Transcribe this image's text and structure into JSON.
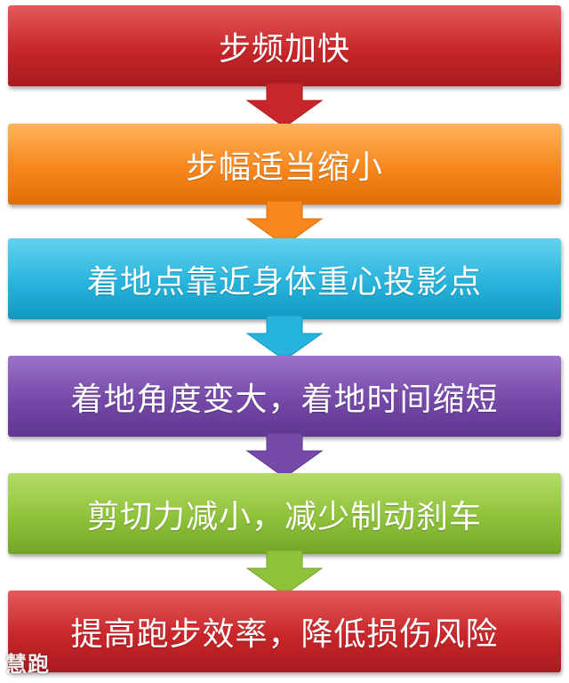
{
  "steps": [
    {
      "label": "步频加快",
      "color": "#c8262a"
    },
    {
      "label": "步幅适当缩小",
      "color": "#f7871d"
    },
    {
      "label": "着地点靠近身体重心投影点",
      "color": "#27b4dc"
    },
    {
      "label": "着地角度变大，着地时间缩短",
      "color": "#7549a8"
    },
    {
      "label": "剪切力减小，减少制动刹车",
      "color": "#8fc23a"
    },
    {
      "label": "提高跑步效率，降低损伤风险",
      "color": "#c8262a"
    }
  ],
  "arrows": [
    {
      "color": "#c8262a"
    },
    {
      "color": "#f7871d"
    },
    {
      "color": "#27b4dc"
    },
    {
      "color": "#7549a8"
    },
    {
      "color": "#8fc23a"
    }
  ],
  "watermark": "慧跑"
}
